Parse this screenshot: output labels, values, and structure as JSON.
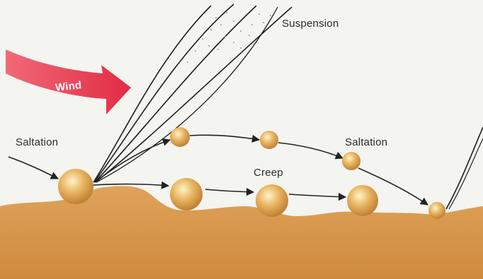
{
  "labels": {
    "suspension": "Suspension",
    "saltation_left": "Saltation",
    "saltation_right": "Saltation",
    "creep": "Creep",
    "wind": "Wind"
  },
  "colors": {
    "background": "#f4f4f1",
    "sand": "#d99a4e",
    "grain": "#e2ad5a",
    "wind_arrow": "#e8324a",
    "paths": "#222222"
  }
}
